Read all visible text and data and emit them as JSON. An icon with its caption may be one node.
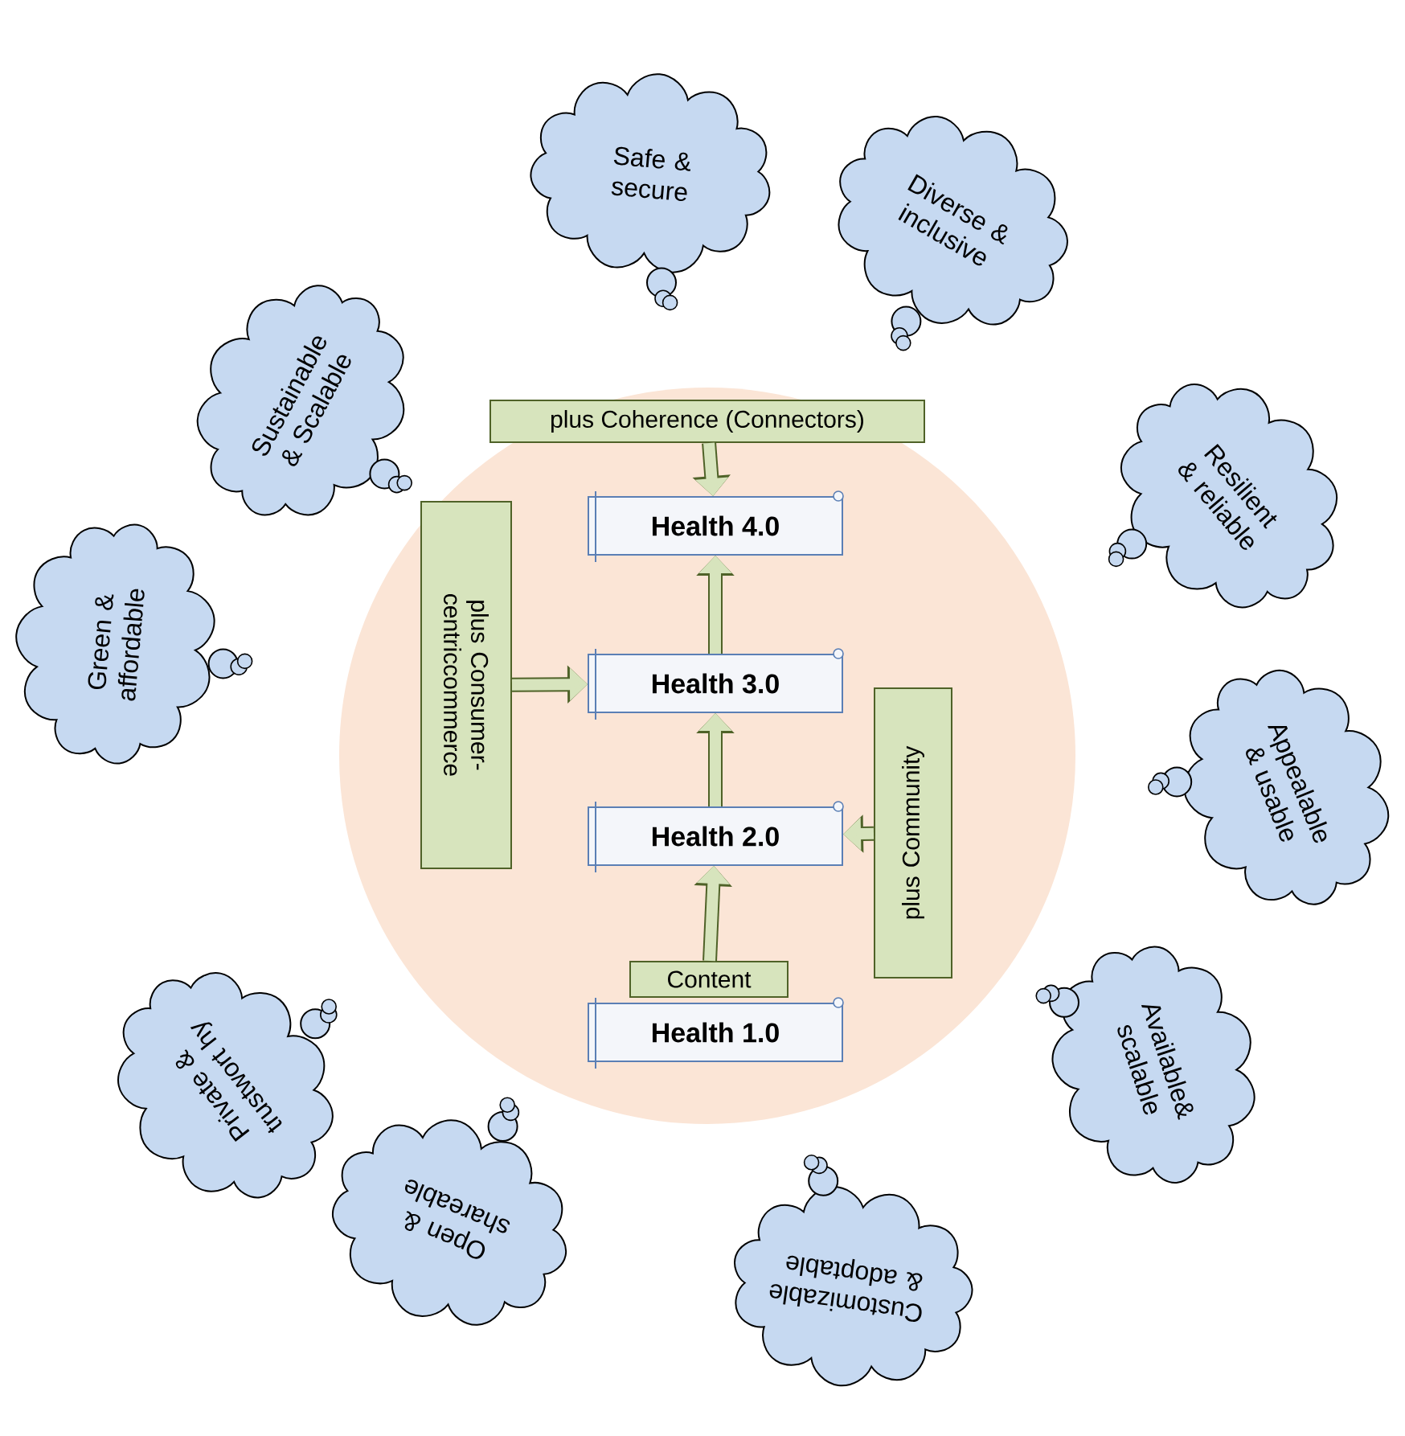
{
  "diagram": {
    "nodes": [
      {
        "text": [],
        "shape": "circle"
      },
      {
        "text": [
          "plus Coherence (Connectors)"
        ],
        "in": 0
      },
      {
        "text": [
          "Health 4.0"
        ],
        "in": 0
      },
      {
        "text": [
          "plus Consumer- centriccommerce"
        ],
        "in": 0
      },
      {
        "text": [
          "Health 3.0"
        ],
        "in": 0
      },
      {
        "text": [
          "plus Community"
        ],
        "in": 0
      },
      {
        "text": [
          "Health 2.0"
        ],
        "in": 0
      },
      {
        "text": [
          "Content"
        ],
        "in": 0
      },
      {
        "text": [
          "Health 1.0"
        ],
        "in": 0
      },
      {
        "text": [
          "Safe & secure"
        ]
      },
      {
        "text": [
          "Diverse & inclusive"
        ]
      },
      {
        "text": [
          "Resilient & reliable"
        ]
      },
      {
        "text": [
          "Appealable & usable"
        ]
      },
      {
        "text": [
          "Available& scalable"
        ]
      },
      {
        "text": [
          "Customizable & adoptable"
        ]
      },
      {
        "text": [
          "Open & shareable"
        ]
      },
      {
        "text": [
          "Private & trustwort hy"
        ]
      },
      {
        "text": [
          "Green & affordable"
        ]
      },
      {
        "text": [
          "Sustainable & Scalable"
        ]
      }
    ],
    "edges": [
      {
        "from": 7,
        "to": 6,
        "arrow": "to"
      },
      {
        "from": 6,
        "to": 4,
        "arrow": "to"
      },
      {
        "from": 4,
        "to": 2,
        "arrow": "to"
      },
      {
        "from": 1,
        "to": 2,
        "arrow": "to"
      },
      {
        "from": 3,
        "to": 4,
        "arrow": "to"
      },
      {
        "from": 5,
        "to": 6,
        "arrow": "to"
      }
    ]
  }
}
